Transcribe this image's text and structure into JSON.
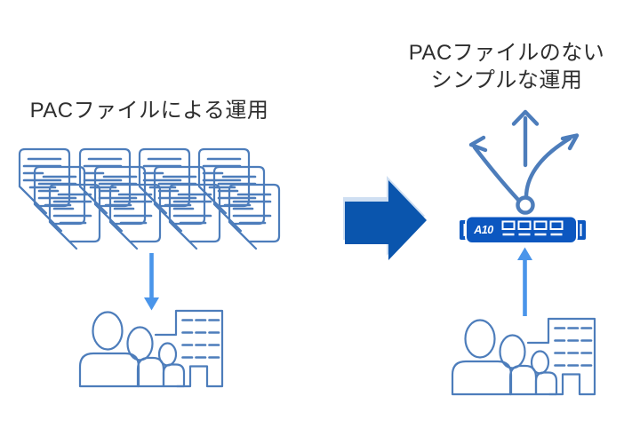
{
  "colors": {
    "outline": "#4d7dbb",
    "bright": "#4a95ea",
    "arrow": "#0a55ad",
    "arrow_shadow": "#cfdff2",
    "device": "#0c57c0",
    "title": "#2e2e2e"
  },
  "left": {
    "title": "PACファイルによる運用",
    "icons": [
      "pac-file-stack-icon",
      "arrow-down-icon",
      "users-building-icon"
    ]
  },
  "middle": {
    "icons": [
      "big-arrow-right-icon"
    ]
  },
  "right": {
    "title_line1": "PACファイルのない",
    "title_line2": "シンプルな運用",
    "device_label": "A10",
    "icons": [
      "branch-arrows-icon",
      "a10-appliance-icon",
      "arrow-up-icon",
      "users-building-icon"
    ]
  }
}
